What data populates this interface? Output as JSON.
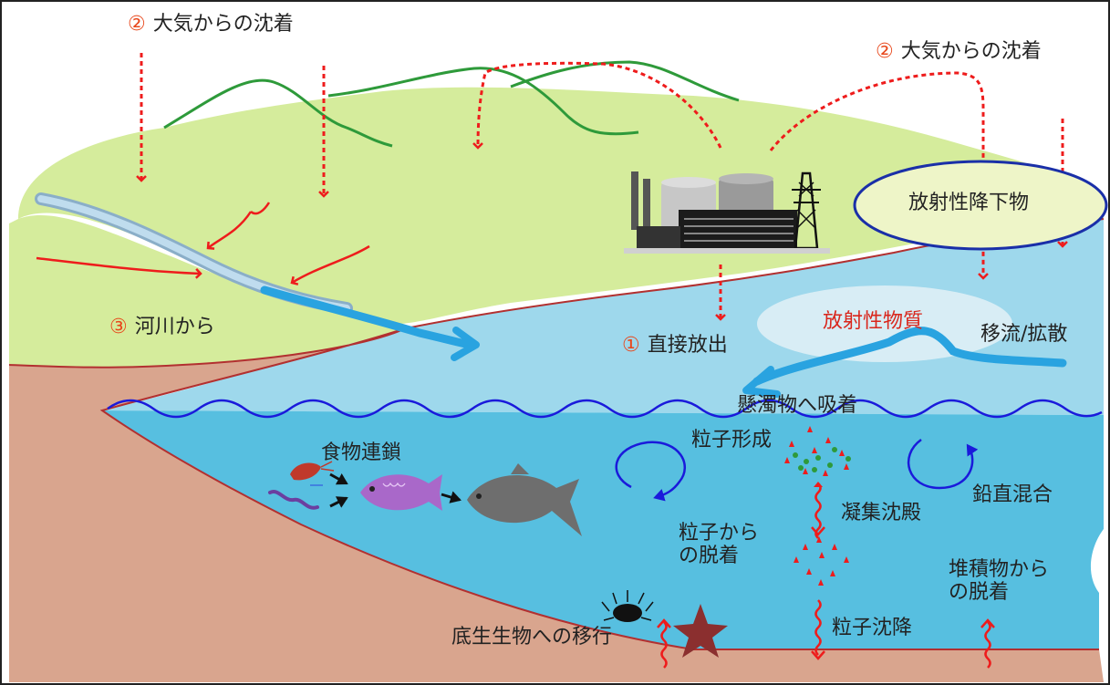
{
  "labels": {
    "atmos_left": {
      "num": "②",
      "text": "大気からの沈着"
    },
    "atmos_right": {
      "num": "②",
      "text": "大気からの沈着"
    },
    "river": {
      "num": "③",
      "text": "河川から"
    },
    "direct": {
      "num": "①",
      "text": "直接放出"
    },
    "fallout": "放射性降下物",
    "radioactive": "放射性物質",
    "advection": "移流/拡散",
    "adsorption": "懸濁物へ吸着",
    "particle_formation": "粒子形成",
    "food_chain": "食物連鎖",
    "coagulation": "凝集沈殿",
    "desorption_particle": "粒子から\nの脱着",
    "vertical_mixing": "鉛直混合",
    "sediment_desorption": "堆積物から\nの脱着",
    "benthos": "底生生物への移行",
    "settling": "粒子沈降"
  },
  "colors": {
    "land": "#d5ec9c",
    "mountain_line": "#2e9a3a",
    "shallow_sea": "#9ed8ec",
    "deep_sea": "#57bfe0",
    "seabed": "#d9a58e",
    "coast_line": "#b23030",
    "wave": "#1a1adb",
    "arrow_red": "#ee1c1c",
    "flow_blue": "#29a3e0",
    "number_orange": "#e8481c",
    "label_red": "#d9261c",
    "ellipse_stroke": "#1a2fa8"
  }
}
